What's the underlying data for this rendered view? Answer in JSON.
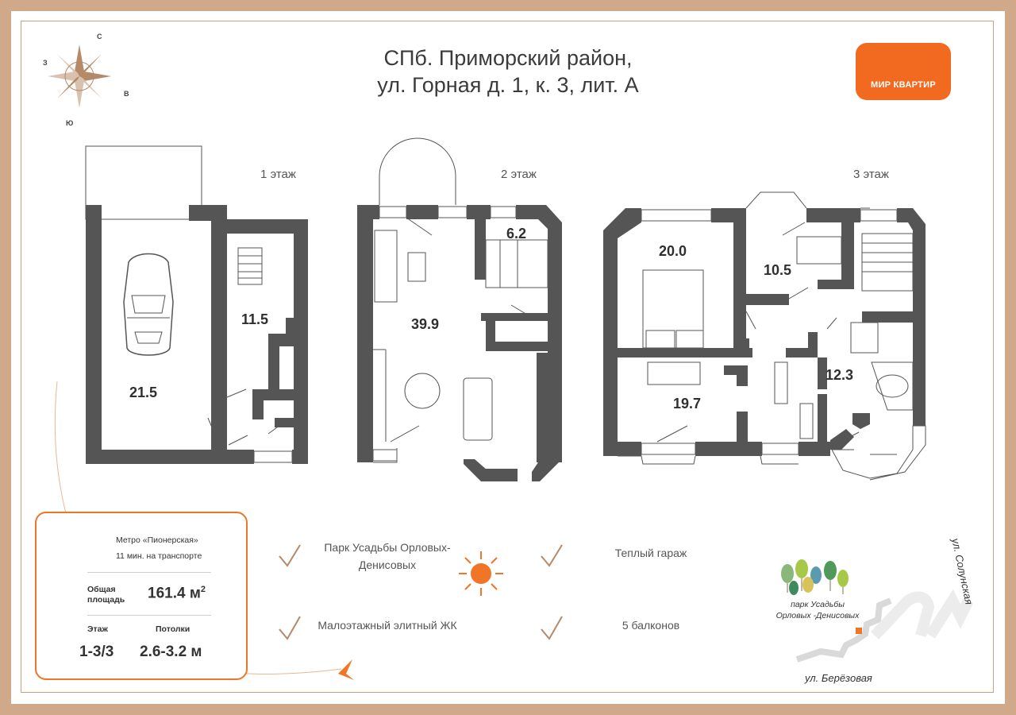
{
  "header": {
    "title_line1": "СПб. Приморский район,",
    "title_line2": "ул. Горная д. 1, к. 3, лит. А"
  },
  "logo": {
    "text": "МИР КВАРТИР",
    "color": "#f26a1f"
  },
  "compass": {
    "north": "С",
    "south": "Ю",
    "west": "З",
    "east": "В"
  },
  "floors": {
    "floor1": {
      "label": "1 этаж",
      "rooms": [
        "21.5",
        "11.5"
      ]
    },
    "floor2": {
      "label": "2 этаж",
      "rooms": [
        "39.9",
        "6.2"
      ]
    },
    "floor3": {
      "label": "3 этаж",
      "rooms": [
        "20.0",
        "10.5",
        "19.7",
        "12.3"
      ]
    }
  },
  "info_card": {
    "metro_name": "Метро «Пионерская»",
    "metro_time": "11 мин. на транспорте",
    "area_label_line1": "Общая",
    "area_label_line2": "площадь",
    "area_value": "161.4 м",
    "area_unit_sup": "2",
    "floor_label": "Этаж",
    "floor_value": "1-3/3",
    "ceiling_label": "Потолки",
    "ceiling_value": "2.6-3.2 м",
    "accent": "#f07526"
  },
  "features": [
    "Парк Усадьбы Орловых-Денисовых",
    "Теплый гараж",
    "Малоэтажный элитный ЖК",
    "5 балконов"
  ],
  "map": {
    "street_right": "ул. Солунская",
    "street_bottom": "ул. Берёзовая",
    "park_line1": "парк Усадьбы",
    "park_line2": "Орловых -Денисовых"
  },
  "colors": {
    "wall": "#555555",
    "frame": "#cfa98a",
    "accent": "#f07526"
  }
}
